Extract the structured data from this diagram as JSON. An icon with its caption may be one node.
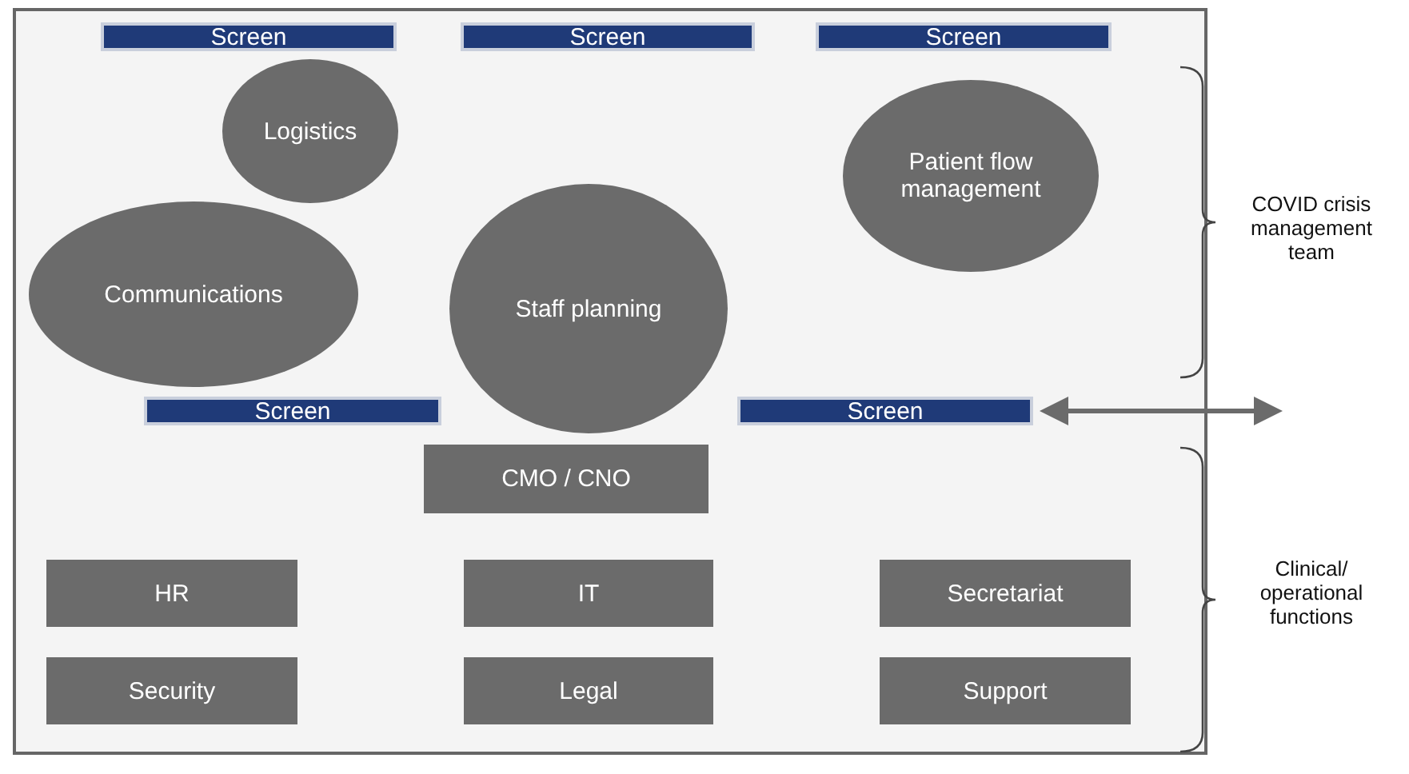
{
  "diagram": {
    "nodes": [
      {
        "text": [],
        "shape": "box"
      },
      {
        "text": [
          "Screen"
        ],
        "in": 0
      },
      {
        "text": [
          "Screen"
        ],
        "in": 0
      },
      {
        "text": [
          "Screen"
        ],
        "in": 0
      },
      {
        "text": [
          "Logistics"
        ],
        "in": 0
      },
      {
        "text": [
          "Patient flow management"
        ],
        "in": 0
      },
      {
        "text": [
          "Communications"
        ],
        "in": 0
      },
      {
        "text": [
          "Staff planning"
        ],
        "in": 0
      },
      {
        "text": [
          "Screen"
        ],
        "in": 0
      },
      {
        "text": [
          "Screen"
        ],
        "in": 0
      },
      {
        "text": [
          "CMO / CNO"
        ],
        "in": 0
      },
      {
        "text": [
          "HR"
        ],
        "in": 0
      },
      {
        "text": [
          "IT"
        ],
        "in": 0
      },
      {
        "text": [
          "Secretariat"
        ],
        "in": 0
      },
      {
        "text": [
          "Security"
        ],
        "in": 0
      },
      {
        "text": [
          "Legal"
        ],
        "in": 0
      },
      {
        "text": [
          "Support"
        ],
        "in": 0
      }
    ],
    "labels": [
      "COVID crisis management team",
      "Clinical/ operational functions"
    ]
  }
}
